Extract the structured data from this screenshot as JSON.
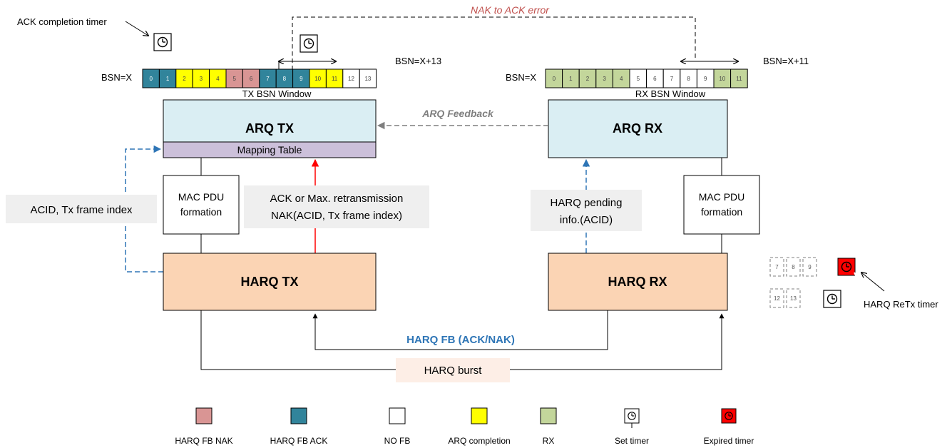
{
  "colors": {
    "nak": "#d99594",
    "ack": "#31849b",
    "nofb": "#ffffff",
    "completion": "#ffff00",
    "rx": "#c3d69b",
    "expired": "#ff0000",
    "arq_box": "#daeef3",
    "harq_box": "#fbd4b4",
    "mapping": "#ccc0da",
    "note_bg": "#efefef",
    "burst_bg": "#fdeee6",
    "error_text": "#c0504d",
    "fb_text": "#2e75b6",
    "dash_blue": "#2e75b6",
    "red_arrow": "#ff0000"
  },
  "tx_window": {
    "label": "TX BSN Window",
    "start_label": "BSN=X",
    "end_label": "BSN=X+13",
    "cells": [
      {
        "n": "0",
        "s": "ack"
      },
      {
        "n": "1",
        "s": "ack"
      },
      {
        "n": "2",
        "s": "completion"
      },
      {
        "n": "3",
        "s": "completion"
      },
      {
        "n": "4",
        "s": "completion"
      },
      {
        "n": "5",
        "s": "nak"
      },
      {
        "n": "6",
        "s": "nak"
      },
      {
        "n": "7",
        "s": "ack"
      },
      {
        "n": "8",
        "s": "ack"
      },
      {
        "n": "9",
        "s": "ack"
      },
      {
        "n": "10",
        "s": "completion"
      },
      {
        "n": "11",
        "s": "completion"
      },
      {
        "n": "12",
        "s": "nofb"
      },
      {
        "n": "13",
        "s": "nofb"
      }
    ]
  },
  "rx_window": {
    "label": "RX BSN Window",
    "start_label": "BSN=X",
    "end_label": "BSN=X+11",
    "cells": [
      {
        "n": "0",
        "s": "rx"
      },
      {
        "n": "1",
        "s": "rx"
      },
      {
        "n": "2",
        "s": "rx"
      },
      {
        "n": "3",
        "s": "rx"
      },
      {
        "n": "4",
        "s": "rx"
      },
      {
        "n": "5",
        "s": "nofb"
      },
      {
        "n": "6",
        "s": "nofb"
      },
      {
        "n": "7",
        "s": "nofb"
      },
      {
        "n": "8",
        "s": "nofb"
      },
      {
        "n": "9",
        "s": "nofb"
      },
      {
        "n": "10",
        "s": "rx"
      },
      {
        "n": "11",
        "s": "rx"
      }
    ]
  },
  "harq_rx_buffers": {
    "row1": [
      "7",
      "8",
      "9"
    ],
    "row2": [
      "12",
      "13"
    ]
  },
  "labels": {
    "ack_completion_timer": "ACK completion timer",
    "nak_to_ack_error": "NAK to ACK error",
    "arq_feedback": "ARQ Feedback",
    "arq_tx": "ARQ TX",
    "arq_rx": "ARQ RX",
    "mapping_table": "Mapping Table",
    "mac_pdu_line1": "MAC PDU",
    "mac_pdu_line2": "formation",
    "acid_tx": "ACID, Tx frame index",
    "ack_max_line1": "ACK or Max. retransmission",
    "ack_max_line2": "NAK(ACID, Tx frame index)",
    "harq_pending_line1": "HARQ pending",
    "harq_pending_line2": "info.(ACID)",
    "harq_tx": "HARQ TX",
    "harq_rx": "HARQ RX",
    "harq_fb": "HARQ FB (ACK/NAK)",
    "harq_burst": "HARQ burst",
    "harq_retx_timer": "HARQ ReTx timer"
  },
  "legend": [
    {
      "kind": "nak",
      "label": "HARQ FB NAK"
    },
    {
      "kind": "ack",
      "label": "HARQ FB ACK"
    },
    {
      "kind": "nofb",
      "label": "NO FB"
    },
    {
      "kind": "completion",
      "label": "ARQ completion"
    },
    {
      "kind": "rx",
      "label": "RX"
    },
    {
      "kind": "set_timer",
      "label": "Set timer"
    },
    {
      "kind": "expired_timer",
      "label": "Expired timer"
    }
  ]
}
